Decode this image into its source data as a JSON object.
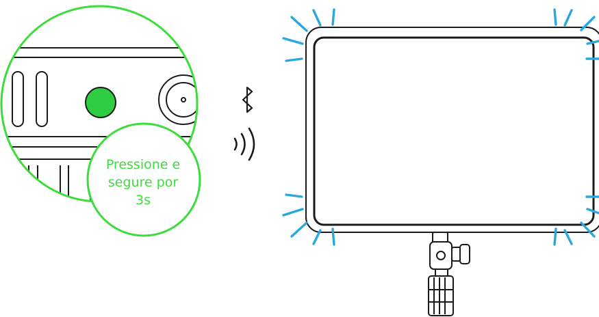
{
  "callout": {
    "lines": [
      "Pressione e",
      "segure por",
      "3s"
    ]
  },
  "icons": {
    "bluetooth": "bluetooth-icon",
    "signal": "wireless-signal-icon",
    "button": "power-button-icon"
  },
  "colors": {
    "callout_green": "#3ddc3d",
    "button_green": "#2ecc40",
    "glow_blue": "#29a8e0",
    "outline": "#1a1a1a"
  }
}
